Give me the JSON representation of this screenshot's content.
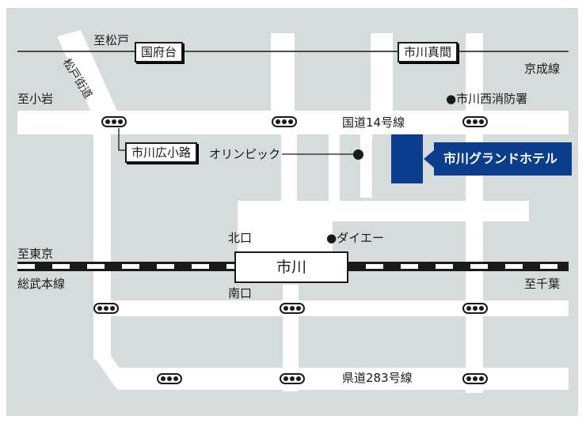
{
  "colors": {
    "background": "#d6dbdc",
    "road": "#ffffff",
    "rail": "#1a1a1a",
    "hotel_blue": "#0b3d8c",
    "text": "#1a1a1a"
  },
  "labels": {
    "to_matsudo": "至松戸",
    "kokufudai": "国府台",
    "ichikawa_mama": "市川真間",
    "keisei_line": "京成線",
    "to_koiwa": "至小岩",
    "matsudo_kaido": "松戸街道",
    "fire_station": "●市川西消防署",
    "route14": "国道14号線",
    "ichikawa_hirokoji": "市川広小路",
    "olympic": "オリンピック",
    "hotel": "市川グランドホテル",
    "north_exit": "北口",
    "daiei": "●ダイエー",
    "to_tokyo": "至東京",
    "sobu_line": "総武本線",
    "station": "市川",
    "south_exit": "南口",
    "to_chiba": "至千葉",
    "prefectural_route": "県道283号線"
  },
  "traffic_signal_icon": "traffic-signal-icon"
}
